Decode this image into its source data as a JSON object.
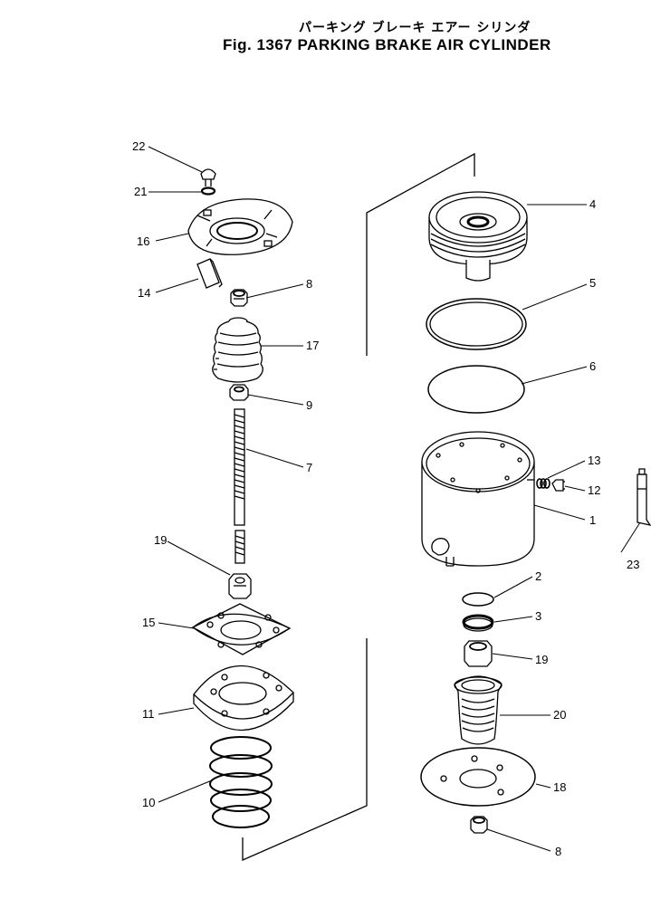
{
  "title_jp": "パーキング ブレーキ エアー シリンダ",
  "title_en": "Fig. 1367 PARKING BRAKE AIR CYLINDER",
  "callouts": {
    "c22": "22",
    "c21": "21",
    "c16": "16",
    "c14": "14",
    "c8a": "8",
    "c17": "17",
    "c9": "9",
    "c7": "7",
    "c19a": "19",
    "c15": "15",
    "c11": "11",
    "c10": "10",
    "c4": "4",
    "c5": "5",
    "c6": "6",
    "c13": "13",
    "c12": "12",
    "c1": "1",
    "c23": "23",
    "c2": "2",
    "c3": "3",
    "c19b": "19",
    "c20": "20",
    "c18": "18",
    "c8b": "8"
  }
}
